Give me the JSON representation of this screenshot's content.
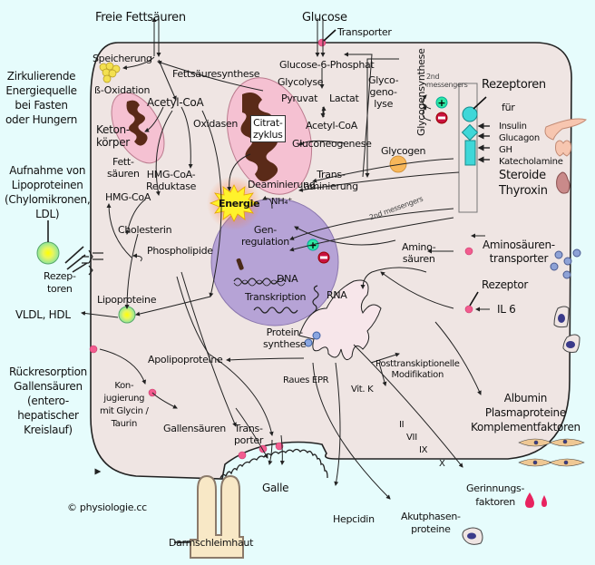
{
  "title": "Leberzelle Stoffwechselfunktionen",
  "colors": {
    "background": "#e6fcfc",
    "cell": "#efe5e3",
    "mitochondrion": "#f5c1d2",
    "cristae": "#5a2a18",
    "nucleus": "#b6a3d6",
    "receptor": "#3fd7d8",
    "transporter": "#f25c8f",
    "plus": "#2ee6a3",
    "minus": "#c8123f"
  },
  "labels": {
    "freie_fettsaeuren": "Freie Fettsäuren",
    "glucose": "Glucose",
    "transporter_top": "Transporter",
    "speicherung": "Speicherung",
    "fettsaeuresynthese": "Fettsäuresynthese",
    "b_oxidation": "ß-Oxidation",
    "acetyl_coa_left": "Acetyl-CoA",
    "oxidasen": "Oxidasen",
    "citratzyklus": "Citrat-\nzyklus",
    "ketonkoerper": "Keton-\nkörper",
    "zirkulierende": "Zirkulierende\nEnergiequelle\nbei Fasten\noder Hungern",
    "glucose6p": "Glucose-6-Phosphat",
    "glycolyse": "Glycolyse",
    "pyruvat": "Pyruvat",
    "lactat": "Lactat",
    "acetyl_coa_right": "Acetyl-CoA",
    "gluconeogenese": "Gluconeogenese",
    "glycogenolyse": "Glyco-\ngeno-\nlyse",
    "glycogensynthese": "Glycogensynthese",
    "glycogen": "Glycogen",
    "second_messengers_top": "2nd\nmessengers",
    "rezeptoren": "Rezeptoren",
    "fuer": "für",
    "insulin": "Insulin",
    "glucagon": "Glucagon",
    "gh": "GH",
    "katecholamine": "Katecholamine",
    "steroide": "Steroide",
    "thyroxin": "Thyroxin",
    "fettsaeuren": "Fett-\nsäuren",
    "hmg_coa_reduktase": "HMG-CoA-\nReduktase",
    "hmg_coa": "HMG-CoA",
    "cholesterin": "Cholesterin",
    "phospholipide": "Phospholipide",
    "deaminierung": "Deaminierung",
    "transaminierung": "Trans-\naminierung",
    "energie": "Energie",
    "nh4": "NH₄⁺",
    "aufnahme": "Aufnahme von\nLipoproteinen\n(Chylomikronen,\nLDL)",
    "rezeptoren_left": "Rezep-\ntoren",
    "genregulation": "Gen-\nregulation",
    "second_messengers_mid": "2nd messengers",
    "aminosaeuren": "Amino-\nsäuren",
    "aminosaeurentransporter": "Aminosäuren-\ntransporter",
    "dna": "DNA",
    "transkription": "Transkription",
    "rna": "RNA",
    "rezeptor_right": "Rezeptor",
    "il6": "IL 6",
    "lipoproteine": "Lipoproteine",
    "vldl_hdl": "VLDL, HDL",
    "proteinsynthese": "Protein-\nsynthese",
    "apolipoproteine": "Apolipoproteine",
    "raues_epr": "Raues EPR",
    "posttrans": "Posttranskiptionelle\nModifikation",
    "vit_k": "Vit. K",
    "rueckresorption": "Rückresorption\nGallensäuren\n(entero-\nhepatischer\nKreislauf)",
    "konjugierung": "Kon-\njugierung\nmit Glycin /\nTaurin",
    "gallensaeuren": "Gallensäuren",
    "transporter_bottom": "Trans-\nporter",
    "factor_ii": "II",
    "factor_vii": "VII",
    "factor_ix": "IX",
    "factor_x": "X",
    "albumin": "Albumin\nPlasmaproteine\nKomplementfaktoren",
    "galle": "Galle",
    "copyright": "© physiologie.cc",
    "hepcidin": "Hepcidin",
    "akutphasen": "Akutphasen-\nproteine",
    "gerinnungsfaktoren": "Gerinnungs-\nfaktoren",
    "darmschleimhaut": "Darmschleimhaut"
  }
}
